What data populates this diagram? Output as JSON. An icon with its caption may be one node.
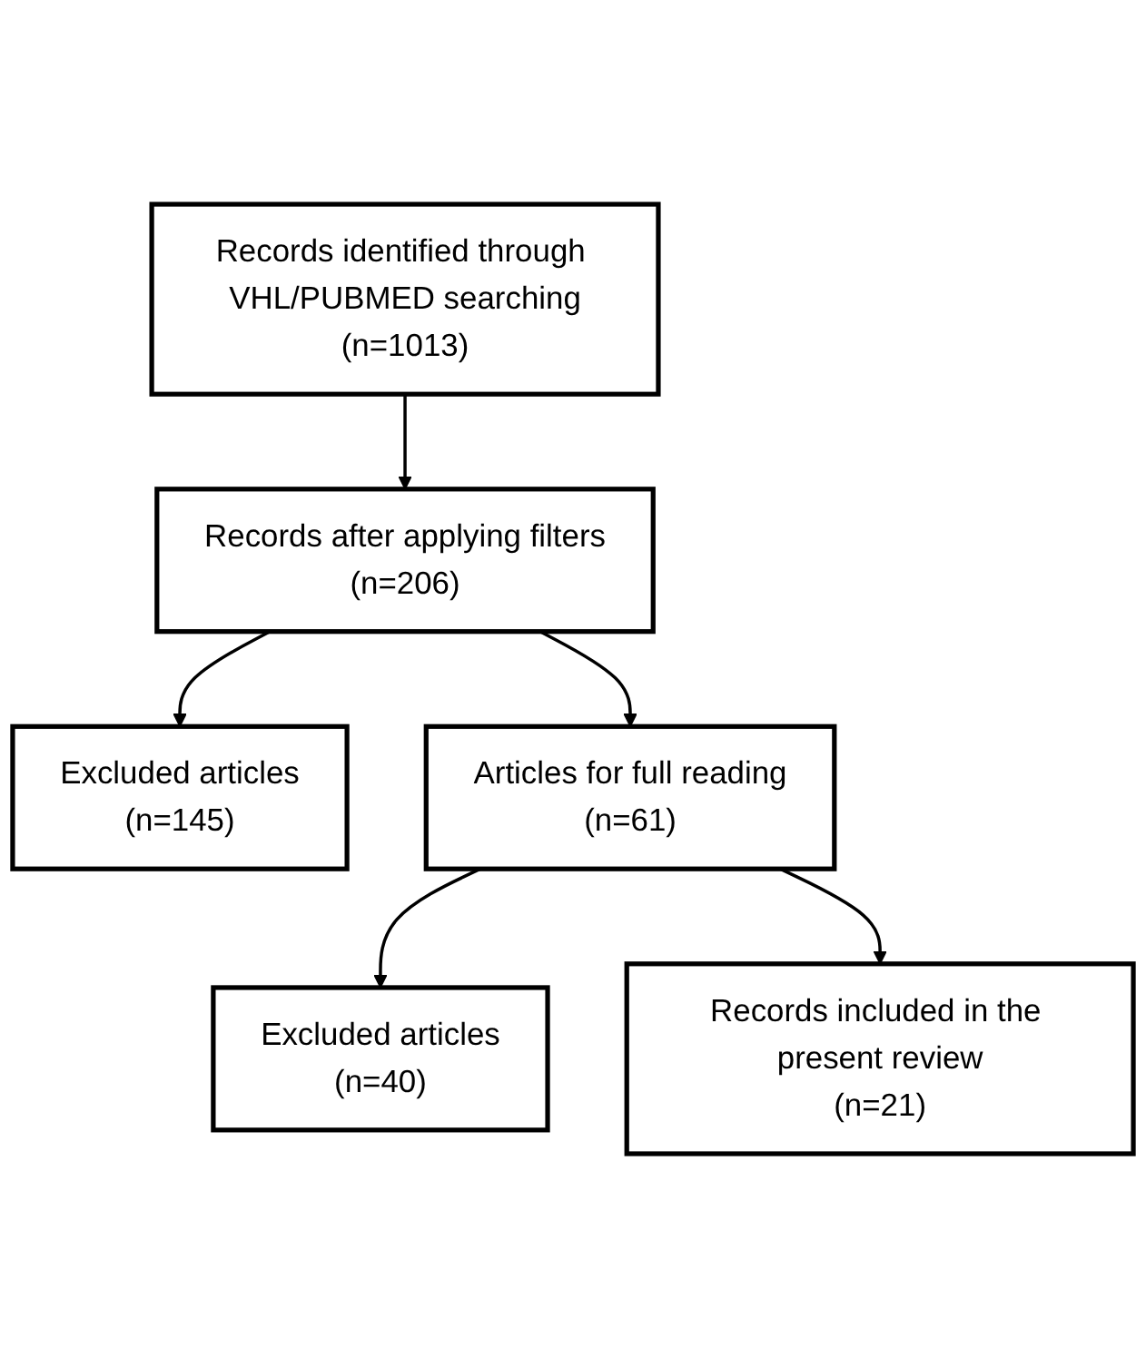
{
  "diagram": {
    "nodes": [
      {
        "text": [
          "Records identified through VHL/PUBMED searching",
          "(n=1013)"
        ]
      },
      {
        "text": [
          "Records after applying filters",
          "(n=206)"
        ]
      },
      {
        "text": [
          "Excluded articles",
          "(n=145)"
        ]
      },
      {
        "text": [
          "Articles for full reading",
          "(n=61)"
        ]
      },
      {
        "text": [
          "Excluded articles",
          "(n=40)"
        ]
      },
      {
        "text": [
          "Records included in the present review",
          "(n=21)"
        ]
      }
    ],
    "edges": [
      {
        "from": 0,
        "to": 1,
        "arrow": "to"
      },
      {
        "from": 1,
        "to": 2,
        "arrow": "to"
      },
      {
        "from": 1,
        "to": 3,
        "arrow": "to"
      },
      {
        "from": 3,
        "to": 4,
        "arrow": "to"
      },
      {
        "from": 3,
        "to": 5,
        "arrow": "to"
      }
    ]
  }
}
